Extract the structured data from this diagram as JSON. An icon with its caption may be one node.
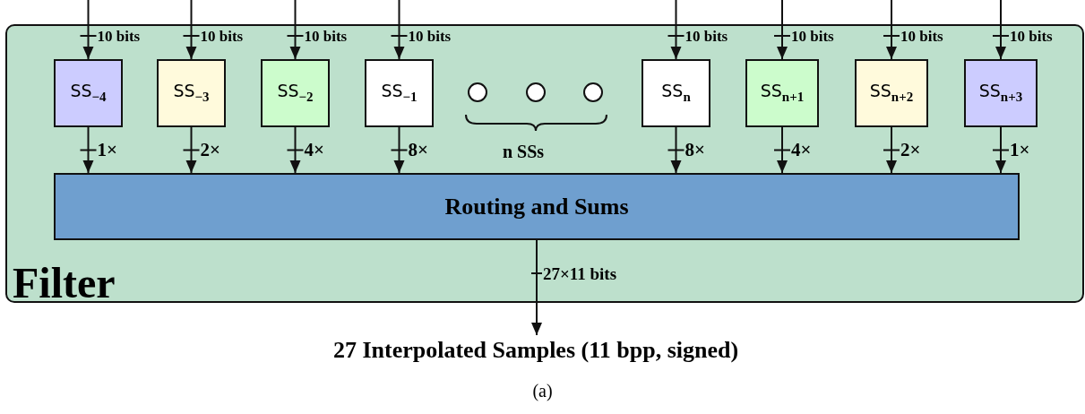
{
  "diagram": {
    "caption": "(a)",
    "nodes": [
      {
        "text": [
          "Filter"
        ]
      },
      {
        "text": [
          "SS$_{−4}$"
        ],
        "in": 0
      },
      {
        "text": [
          "SS$_{−3}$"
        ],
        "in": 0
      },
      {
        "text": [
          "SS$_{−2}$"
        ],
        "in": 0
      },
      {
        "text": [
          "SS$_{−1}$"
        ],
        "in": 0
      },
      {
        "text": [],
        "shape": "circle",
        "in": 0
      },
      {
        "text": [],
        "shape": "circle",
        "in": 0
      },
      {
        "text": [],
        "shape": "circle",
        "in": 0
      },
      {
        "text": [
          "SS$_{n}$"
        ],
        "in": 0
      },
      {
        "text": [
          "SS$_{n+1}$"
        ],
        "in": 0
      },
      {
        "text": [
          "SS$_{n+2}$"
        ],
        "in": 0
      },
      {
        "text": [
          "SS$_{n+3}$"
        ],
        "in": 0
      },
      {
        "text": [
          "Routing and Sums"
        ],
        "in": 0
      },
      {
        "text": [
          "27 Interpolated Samples (11 bpp, signed)"
        ]
      }
    ],
    "edges": [
      {
        "from": null,
        "to": 1,
        "arrow": "to",
        "label": "10 bits"
      },
      {
        "from": null,
        "to": 2,
        "arrow": "to",
        "label": "10 bits"
      },
      {
        "from": null,
        "to": 3,
        "arrow": "to",
        "label": "10 bits"
      },
      {
        "from": null,
        "to": 4,
        "arrow": "to",
        "label": "10 bits"
      },
      {
        "from": null,
        "to": 8,
        "arrow": "to",
        "label": "10 bits"
      },
      {
        "from": null,
        "to": 9,
        "arrow": "to",
        "label": "10 bits"
      },
      {
        "from": null,
        "to": 10,
        "arrow": "to",
        "label": "10 bits"
      },
      {
        "from": null,
        "to": 11,
        "arrow": "to",
        "label": "10 bits"
      },
      {
        "from": 1,
        "to": 12,
        "arrow": "to",
        "label": "1×"
      },
      {
        "from": 2,
        "to": 12,
        "arrow": "to",
        "label": "2×"
      },
      {
        "from": 3,
        "to": 12,
        "arrow": "to",
        "label": "4×"
      },
      {
        "from": 4,
        "to": 12,
        "arrow": "to",
        "label": "8×"
      },
      {
        "from": 8,
        "to": 12,
        "arrow": "to",
        "label": "8×"
      },
      {
        "from": 9,
        "to": 12,
        "arrow": "to",
        "label": "4×"
      },
      {
        "from": 10,
        "to": 12,
        "arrow": "to",
        "label": "2×"
      },
      {
        "from": 11,
        "to": 12,
        "arrow": "to",
        "label": "1×"
      },
      {
        "from": 12,
        "to": 13,
        "arrow": "to",
        "label": "27×11 bits"
      }
    ],
    "labels": [
      "n SSs"
    ]
  }
}
